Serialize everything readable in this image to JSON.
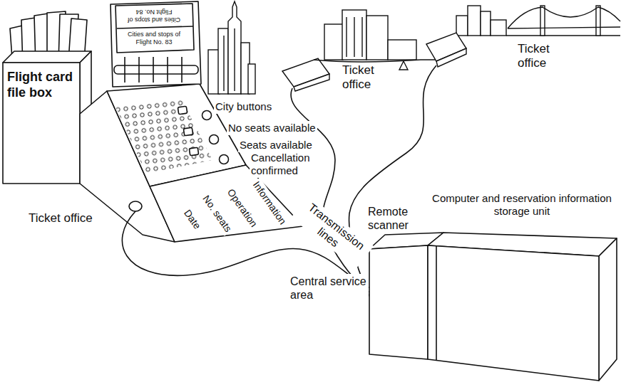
{
  "diagram": {
    "nodes": [
      {
        "text": [
          "Flight card file box"
        ]
      },
      {
        "text": [
          "Remote scanner"
        ]
      },
      {
        "text": [
          "Computer and reservation information storage unit"
        ]
      }
    ],
    "labels": [
      "Cities and stops of Flight No. 84",
      "Cities and stops of Flight No. 83",
      "City buttons",
      "No seats available",
      "Seats available",
      "Cancellation confirmed",
      "Information",
      "Operation",
      "No. seats",
      "Date",
      "Ticket office",
      "Ticket office",
      "Ticket office",
      "Transmission lines",
      "Central service area"
    ]
  }
}
